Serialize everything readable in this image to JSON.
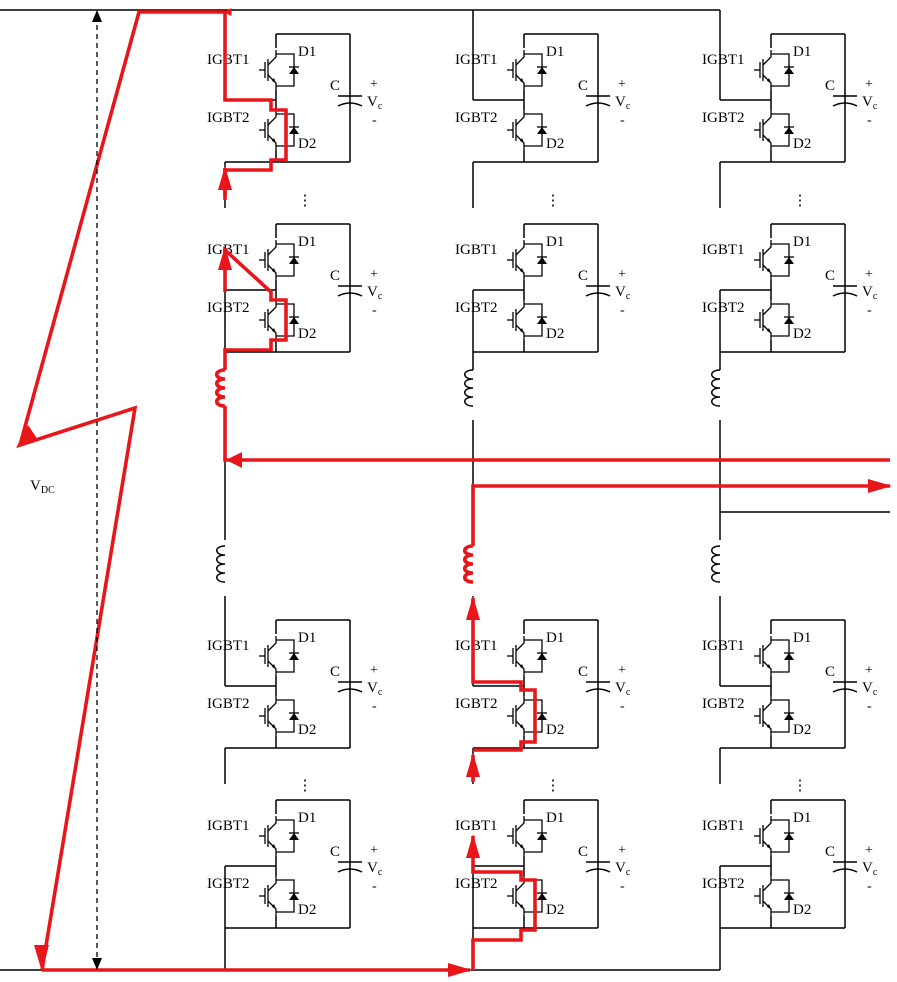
{
  "labels": {
    "igbt1": "IGBT1",
    "igbt2": "IGBT2",
    "d1": "D1",
    "d2": "D2",
    "cap": "C",
    "plus": "+",
    "minus": "-",
    "vc": "V",
    "vc_sub": "c",
    "vdc": "V",
    "vdc_sub": "DC",
    "ellipsis": "⋮"
  },
  "colors": {
    "current_path": "#e8161b",
    "wire": "#000000",
    "background": "#ffffff"
  },
  "diagram": {
    "phase_legs": 3,
    "submodule_rows_per_leg": 4,
    "arm_inductors_per_leg": 2
  }
}
